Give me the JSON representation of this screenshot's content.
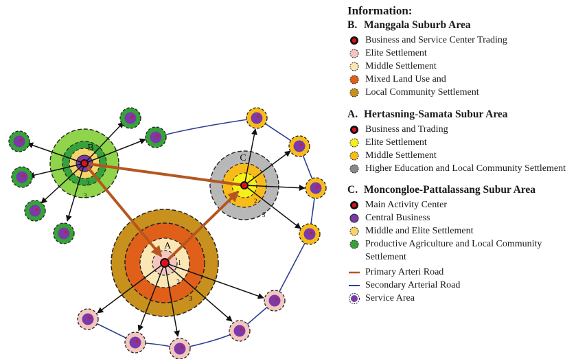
{
  "diagram": {
    "node_labels": {
      "A": "A",
      "B": "B",
      "C": "C"
    },
    "ring_numbers": {
      "one": "1",
      "two": "2",
      "three": "3"
    },
    "colors": {
      "primary_road": "#b5561f",
      "secondary_road": "#2a3f8f",
      "arrow": "#111111",
      "center_red": "#e0101a",
      "elite_pink": "#f4c6c0",
      "middle_cream": "#fbe7b6",
      "mixed_orange": "#e0601a",
      "local_community_gold": "#c8901c",
      "business_trading_red": "#e0101a",
      "elite_yellow": "#f6f01a",
      "middle_yellow": "#f8bc1a",
      "higher_edu_gray": "#b8b8b8",
      "central_business_purple": "#7a3aa8",
      "middle_elite_yellow": "#f5d56a",
      "agri_green": "#36a33a",
      "agri_light_green": "#8fd44a"
    }
  },
  "legend": {
    "title": "Information:",
    "sections": [
      {
        "letter": "B.",
        "heading": "Manggala Suburb Area",
        "items": [
          {
            "label": "Business and Service Center Trading",
            "icon": "red-center-dot"
          },
          {
            "label": "Elite Settlement",
            "icon": "pink-circle"
          },
          {
            "label": "Middle Settlement",
            "icon": "cream-circle"
          },
          {
            "label": "Mixed Land Use and",
            "icon": "orange-circle"
          },
          {
            "label": "Local Community Settlement",
            "icon": "gold-circle"
          }
        ]
      },
      {
        "letter": "A.",
        "heading": "Hertasning-Samata Subur Area",
        "items": [
          {
            "label": "Business and Trading",
            "icon": "red-center-dot"
          },
          {
            "label": "Elite Settlement",
            "icon": "yellow-circle"
          },
          {
            "label": "Middle Settlement",
            "icon": "amber-circle"
          },
          {
            "label": "Higher Education and Local Community Settlement",
            "icon": "gray-circle"
          }
        ]
      },
      {
        "letter": "C.",
        "heading": "Moncongloe-Pattalassang Subur Area",
        "items": [
          {
            "label": "Main Activity Center",
            "icon": "red-center-dot"
          },
          {
            "label": "Central Business",
            "icon": "purple-circle"
          },
          {
            "label": "Middle and Elite Settlement",
            "icon": "light-yellow-circle"
          },
          {
            "label": "Productive Agriculture and Local Community Settlement",
            "icon": "green-circle"
          }
        ]
      }
    ],
    "lines": [
      {
        "label": "Primary Arteri Road",
        "icon": "brown-line"
      },
      {
        "label": "Secondary Arterial Road",
        "icon": "blue-line"
      },
      {
        "label": "Service Area",
        "icon": "service-area-symbol"
      }
    ]
  }
}
